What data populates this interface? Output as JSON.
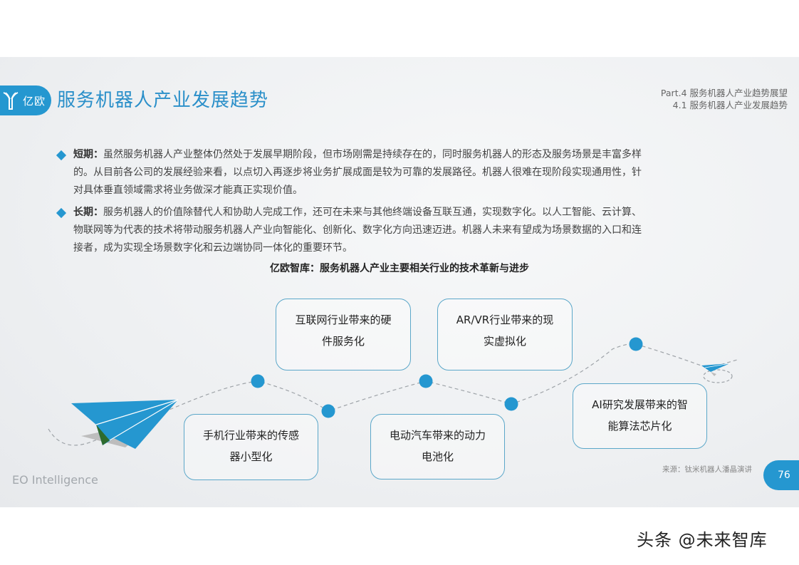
{
  "header": {
    "logo_text": "亿欧",
    "title": "服务机器人产业发展趋势",
    "part_line": "Part.4 服务机器人产业趋势展望",
    "section_line": "4.1 服务机器人产业发展趋势"
  },
  "bullets": [
    {
      "label": "短期：",
      "lines": [
        "虽然服务机器人产业整体仍然处于发展早期阶段，但市场刚需是持续存在的，同时服务机器人的形态及服务场景是丰富多样",
        "的。从目前各公司的发展经验来看，以点切入再逐步将业务扩展成面是较为可靠的发展路径。机器人很难在现阶段实现通用性，针",
        "对具体垂直领域需求将业务做深才能真正实现价值。"
      ]
    },
    {
      "label": "长期：",
      "lines": [
        "服务机器人的价值除替代人和协助人完成工作，还可在未来与其他终端设备互联互通，实现数字化。以人工智能、云计算、",
        "物联网等为代表的技术将带动服务机器人产业向智能化、创新化、数字化方向迅速迈进。机器人未来有望成为场景数据的入口和连",
        "接者，成为实现全场景数字化和云边端协同一体化的重要环节。"
      ]
    }
  ],
  "diagram": {
    "title": "亿欧智库：服务机器人产业主要相关行业的技术革新与进步",
    "items": [
      {
        "line1": "手机行业带来的传感",
        "line2": "器小型化"
      },
      {
        "line1": "互联网行业带来的硬",
        "line2": "件服务化"
      },
      {
        "line1": "电动汽车带来的动力",
        "line2": "电池化"
      },
      {
        "line1": "AR/VR行业带来的现",
        "line2": "实虚拟化"
      },
      {
        "line1": "AI研究发展带来的智",
        "line2": "能算法芯片化"
      }
    ],
    "accent_color": "#2597d0"
  },
  "footer": {
    "brand": "EO Intelligence",
    "source": "来源：钛米机器人潘晶演讲",
    "page_number": "76"
  },
  "watermark": "头条 @未来智库"
}
